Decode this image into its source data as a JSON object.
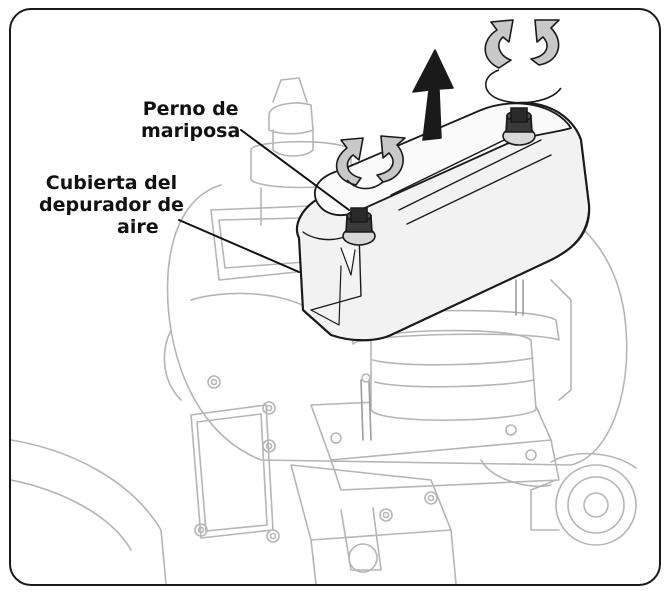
{
  "labels": {
    "wing_bolt": [
      "Perno de",
      "mariposa"
    ],
    "cover": [
      "Cubierta del",
      "depurador de",
      "aire"
    ]
  },
  "icons": {
    "lift_direction": "up-arrow-icon",
    "rotation": "rotate-arrows-icon"
  },
  "colors": {
    "outline": "#1a1a1a",
    "engine_lines": "#b5b5b5",
    "cover_fill": "#f2f2f2",
    "rotation_arrow_fill": "#c8c8c8"
  }
}
